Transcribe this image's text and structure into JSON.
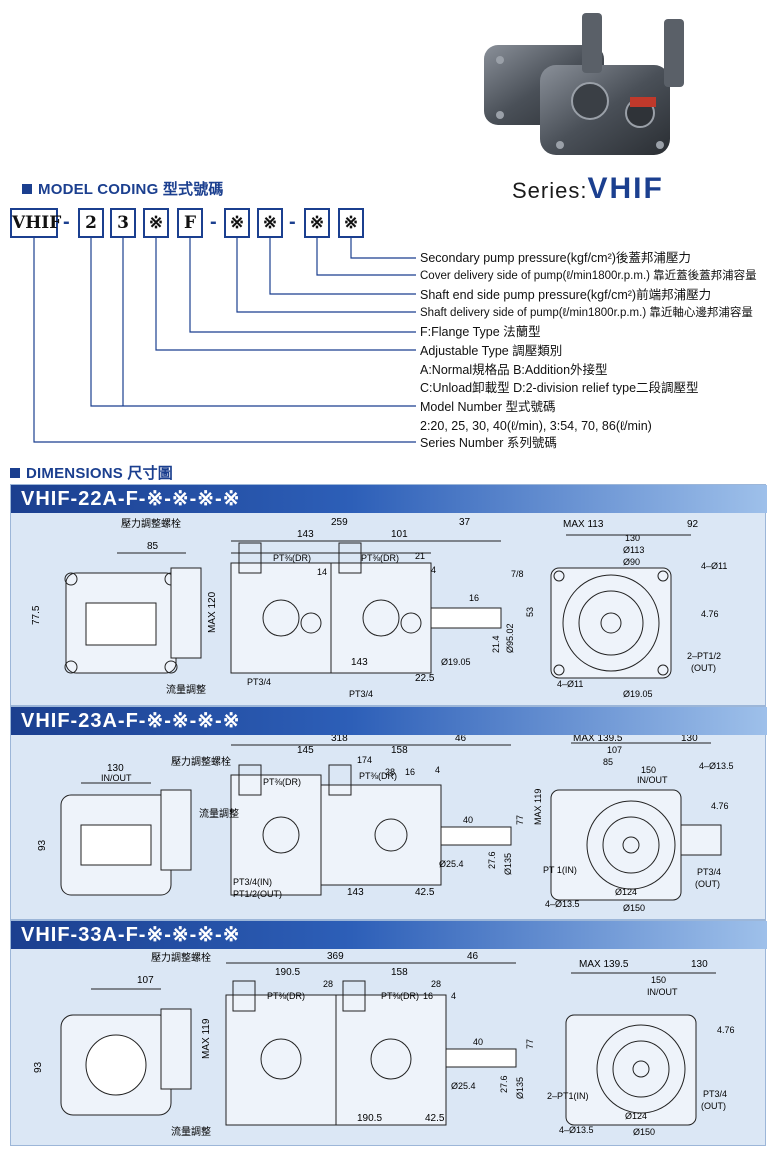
{
  "header": {
    "model_coding_title": "MODEL CODING 型式號碼",
    "series_prefix": "Series:",
    "series_name": "VHIF"
  },
  "code_boxes": [
    "VHIF",
    "2",
    "3",
    "※",
    "F",
    "※",
    "※",
    "※",
    "※"
  ],
  "code_dashes": [
    "-",
    "-",
    "-"
  ],
  "legend": [
    "Secondary pump pressure(kgf/cm²)後蓋邦浦壓力",
    "Cover delivery side of pump(ℓ/min1800r.p.m.) 靠近蓋後蓋邦浦容量",
    "Shaft end side pump pressure(kgf/cm²)前端邦浦壓力",
    "Shaft delivery side of pump(ℓ/min1800r.p.m.) 靠近軸心邊邦浦容量",
    "F:Flange Type 法蘭型",
    "Adjustable Type 調壓類別",
    "A:Normal規格品    B:Addition外接型",
    "C:Unload卸載型    D:2-division relief type二段調壓型",
    "Model Number 型式號碼",
    "2:20, 25, 30, 40(ℓ/min),  3:54, 70, 86(ℓ/min)",
    "Series Number 系列號碼"
  ],
  "dimensions_title": "DIMENSIONS 尺寸圖",
  "panels": [
    {
      "title": "VHIF-22A-F-※-※-※-※",
      "dims": {
        "adj_bolt": "壓力調整螺栓",
        "flow_adj": "流量調整",
        "d85": "85",
        "d77_5": "77.5",
        "max120": "MAX 120",
        "d259": "259",
        "d143": "143",
        "d101": "101",
        "d37": "37",
        "pt_dr_a": "PT⅜(DR)",
        "pt_dr_b": "PT⅜(DR)",
        "d14": "14",
        "d21": "21",
        "d4": "4",
        "d7_8": "7/8",
        "d16": "16",
        "d143b": "143",
        "d22_5": "22.5",
        "pt34a": "PT3/4",
        "pt34b": "PT3/4",
        "phi19": "Ø19.05",
        "d21_4": "21.4",
        "phi95": "Ø95.02",
        "d53": "53",
        "max113": "MAX 113",
        "d92": "92",
        "d130": "130",
        "phi113": "Ø113",
        "phi90": "Ø90",
        "hole4": "4–Ø11",
        "hole4b": "4–Ø11",
        "d4_76": "4.76",
        "pt12": "2–PT1/2",
        "out": "(OUT)",
        "phi19b": "Ø19.05"
      }
    },
    {
      "title": "VHIF-23A-F-※-※-※-※",
      "dims": {
        "adj_bolt": "壓力調整螺栓",
        "flow_adj": "流量調整",
        "d130": "130",
        "inout": "IN/OUT",
        "d93": "93",
        "d318": "318",
        "d145": "145",
        "d158": "158",
        "d46": "46",
        "d174": "174",
        "d28": "28",
        "pt_dr_a": "PT⅜(DR)",
        "pt_dr_b": "PT⅜(DR)",
        "d16": "16",
        "d4": "4",
        "d40": "40",
        "d77": "77",
        "phi25": "Ø25.4",
        "d27_6": "27.6",
        "phi135": "Ø135",
        "d143": "143",
        "d42_5": "42.5",
        "pt34in": "PT3/4(IN)",
        "pt12out": "PT1/2(OUT)",
        "max139": "MAX 139.5",
        "d130b": "130",
        "d107": "107",
        "d85": "85",
        "d150": "150",
        "inout2": "IN/OUT",
        "hole": "4–Ø13.5",
        "hole2": "4–Ø13.5",
        "max119": "MAX 119",
        "d4_76": "4.76",
        "pt1in": "PT 1(IN)",
        "pt34": "PT3/4",
        "out": "(OUT)",
        "phi124": "Ø124",
        "phi150": "Ø150"
      }
    },
    {
      "title": "VHIF-33A-F-※-※-※-※",
      "dims": {
        "adj_bolt": "壓力調整螺栓",
        "flow_adj": "流量調整",
        "d107": "107",
        "d93": "93",
        "max119": "MAX 119",
        "d369": "369",
        "d190_5": "190.5",
        "d158": "158",
        "d46": "46",
        "d28": "28",
        "d28b": "28",
        "pt_dr_a": "PT⅜(DR)",
        "pt_dr_b": "PT⅜(DR)",
        "d16": "16",
        "d4": "4",
        "d40": "40",
        "d77": "77",
        "phi25": "Ø25.4",
        "d27_6": "27.6",
        "phi135": "Ø135",
        "d190_5b": "190.5",
        "d42_5": "42.5",
        "max139": "MAX 139.5",
        "d130": "130",
        "d150": "150",
        "inout": "IN/OUT",
        "d4_76": "4.76",
        "pt1in": "2–PT1(IN)",
        "pt34": "PT3/4",
        "out": "(OUT)",
        "phi124": "Ø124",
        "phi150": "Ø150",
        "hole": "4–Ø13.5"
      }
    }
  ],
  "colors": {
    "accent": "#1b3f8f",
    "panel_bg": "#dbe7f5",
    "pump_body": "#4a5058"
  }
}
